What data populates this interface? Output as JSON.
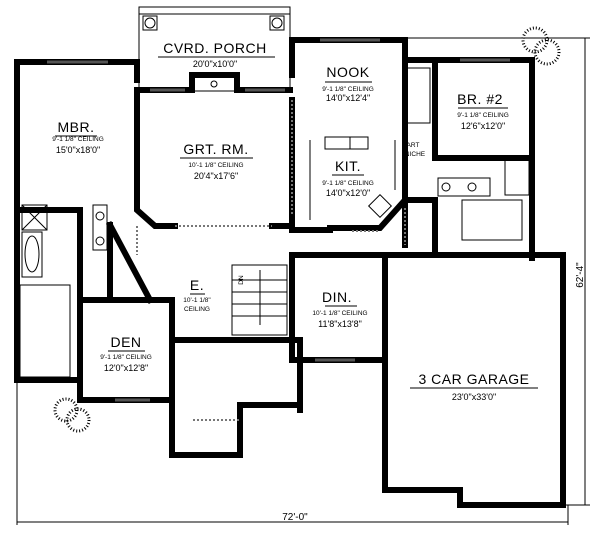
{
  "rooms": {
    "porch": {
      "name": "CVRD. PORCH",
      "size": "20'0\"x10'0\""
    },
    "nook": {
      "name": "NOOK",
      "ceiling": "9'-1 1/8\" CEILING",
      "size": "14'0\"x12'4\""
    },
    "br2": {
      "name": "BR. #2",
      "ceiling": "9'-1 1/8\" CEILING",
      "size": "12'6\"x12'0\""
    },
    "mbr": {
      "name": "MBR.",
      "ceiling": "9'-1 1/8\" CEILING",
      "size": "15'0\"x18'0\""
    },
    "grt": {
      "name": "GRT. RM.",
      "ceiling": "10'-1 1/8\" CEILING",
      "size": "20'4\"x17'6\""
    },
    "kit": {
      "name": "KIT.",
      "ceiling": "9'-1 1/8\" CEILING",
      "size": "14'0\"x12'0\""
    },
    "art": {
      "line1": "ART",
      "line2": "NICHE"
    },
    "entry": {
      "name": "E.",
      "ceiling1": "10'-1 1/8\"",
      "ceiling2": "CEILING"
    },
    "din": {
      "name": "DIN.",
      "ceiling": "10'-1 1/8\" CEILING",
      "size": "11'8\"x13'8\""
    },
    "den": {
      "name": "DEN",
      "ceiling": "9'-1 1/8\" CEILING",
      "size": "12'0\"x12'8\""
    },
    "garage": {
      "name": "3 CAR GARAGE",
      "size": "23'0\"x33'0\""
    },
    "stairs": {
      "label": "DN"
    }
  },
  "dimensions": {
    "width": "72'-0\"",
    "depth": "62'-4\""
  }
}
